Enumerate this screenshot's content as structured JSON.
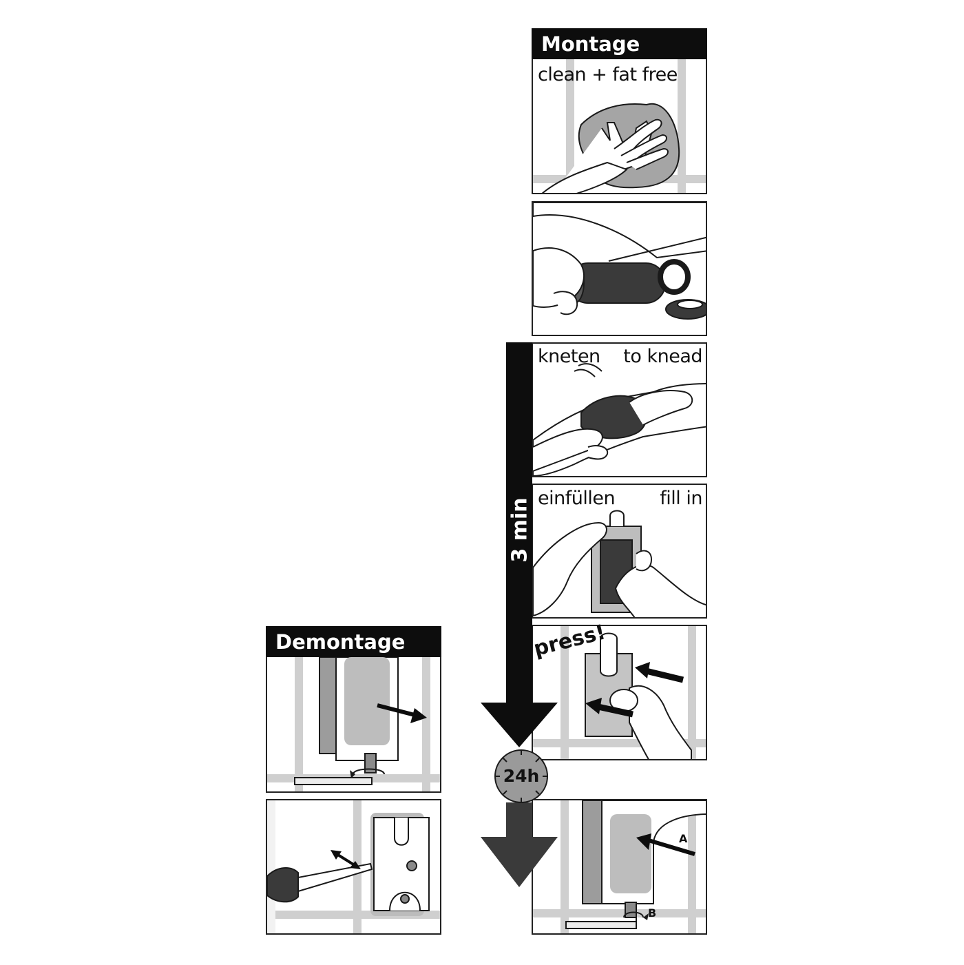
{
  "montage": {
    "heading": "Montage",
    "step1_caption": "clean + fat free",
    "step3_caption_de": "kneten",
    "step3_caption_en": "to knead",
    "step4_caption_de": "einfüllen",
    "step4_caption_en": "fill in",
    "step5_caption": "press!",
    "step6_marker_a": "A",
    "step6_marker_b": "B"
  },
  "timeline": {
    "duration_label": "3 min",
    "cure_label": "24h",
    "bar_color": "#0d0d0d",
    "second_arrow_color": "#3a3a3a",
    "clock_color": "#9a9a9a"
  },
  "demontage": {
    "heading": "Demontage"
  },
  "colors": {
    "tile_grout": "#c8c8c8",
    "fill_grey": "#9e9e9e",
    "dark_grey": "#3c3c3c",
    "outline": "#1a1a1a"
  }
}
